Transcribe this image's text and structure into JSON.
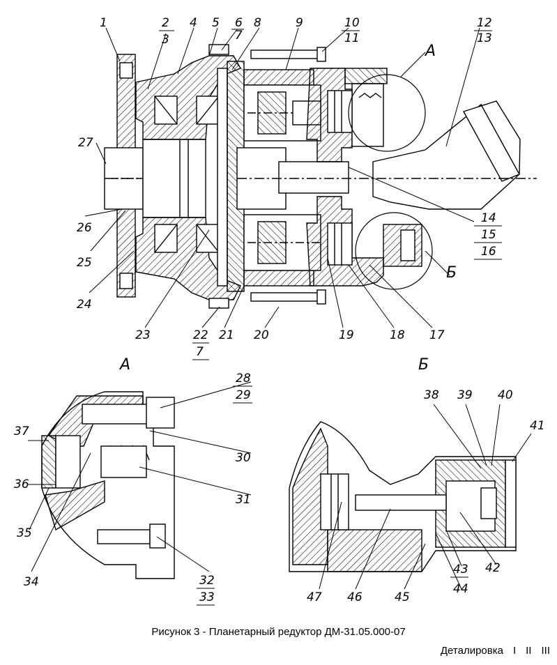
{
  "caption": "Рисунок  3 - Планетарный редуктор ДМ-31.05.000-07",
  "nav": {
    "title": "Деталировка",
    "items": [
      "I",
      "II",
      "III"
    ]
  },
  "views": {
    "a": "А",
    "b": "Б"
  },
  "callouts": [
    "1",
    "2",
    "3",
    "4",
    "5",
    "6",
    "7",
    "8",
    "9",
    "10",
    "11",
    "12",
    "13",
    "14",
    "15",
    "16",
    "17",
    "18",
    "19",
    "20",
    "21",
    "22",
    "7",
    "23",
    "24",
    "25",
    "26",
    "27",
    "28",
    "29",
    "30",
    "31",
    "32",
    "33",
    "34",
    "35",
    "36",
    "37",
    "38",
    "39",
    "40",
    "41",
    "42",
    "43",
    "44",
    "45",
    "46",
    "47"
  ]
}
